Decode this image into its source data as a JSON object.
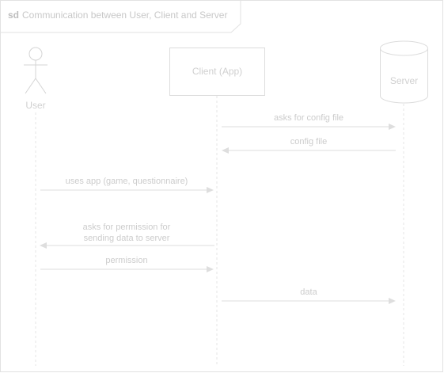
{
  "frame": {
    "keyword": "sd",
    "title": "Communication between User, Client and Server"
  },
  "participants": {
    "user": {
      "label": "User",
      "kind": "actor"
    },
    "client": {
      "label": "Client (App)",
      "kind": "box"
    },
    "server": {
      "label": "Server",
      "kind": "database"
    }
  },
  "messages": [
    {
      "from": "client",
      "to": "server",
      "label_lines": [
        "asks for config file"
      ]
    },
    {
      "from": "server",
      "to": "client",
      "label_lines": [
        "config file"
      ]
    },
    {
      "from": "user",
      "to": "client",
      "label_lines": [
        "uses app (game, questionnaire)"
      ]
    },
    {
      "from": "client",
      "to": "user",
      "label_lines": [
        "asks for permission for",
        "sending data to server"
      ]
    },
    {
      "from": "user",
      "to": "client",
      "label_lines": [
        "permission"
      ]
    },
    {
      "from": "client",
      "to": "server",
      "label_lines": [
        "data"
      ]
    }
  ],
  "colors": {
    "frame": "#e2e2e2",
    "text": "#cccccc",
    "line": "#dedede"
  }
}
